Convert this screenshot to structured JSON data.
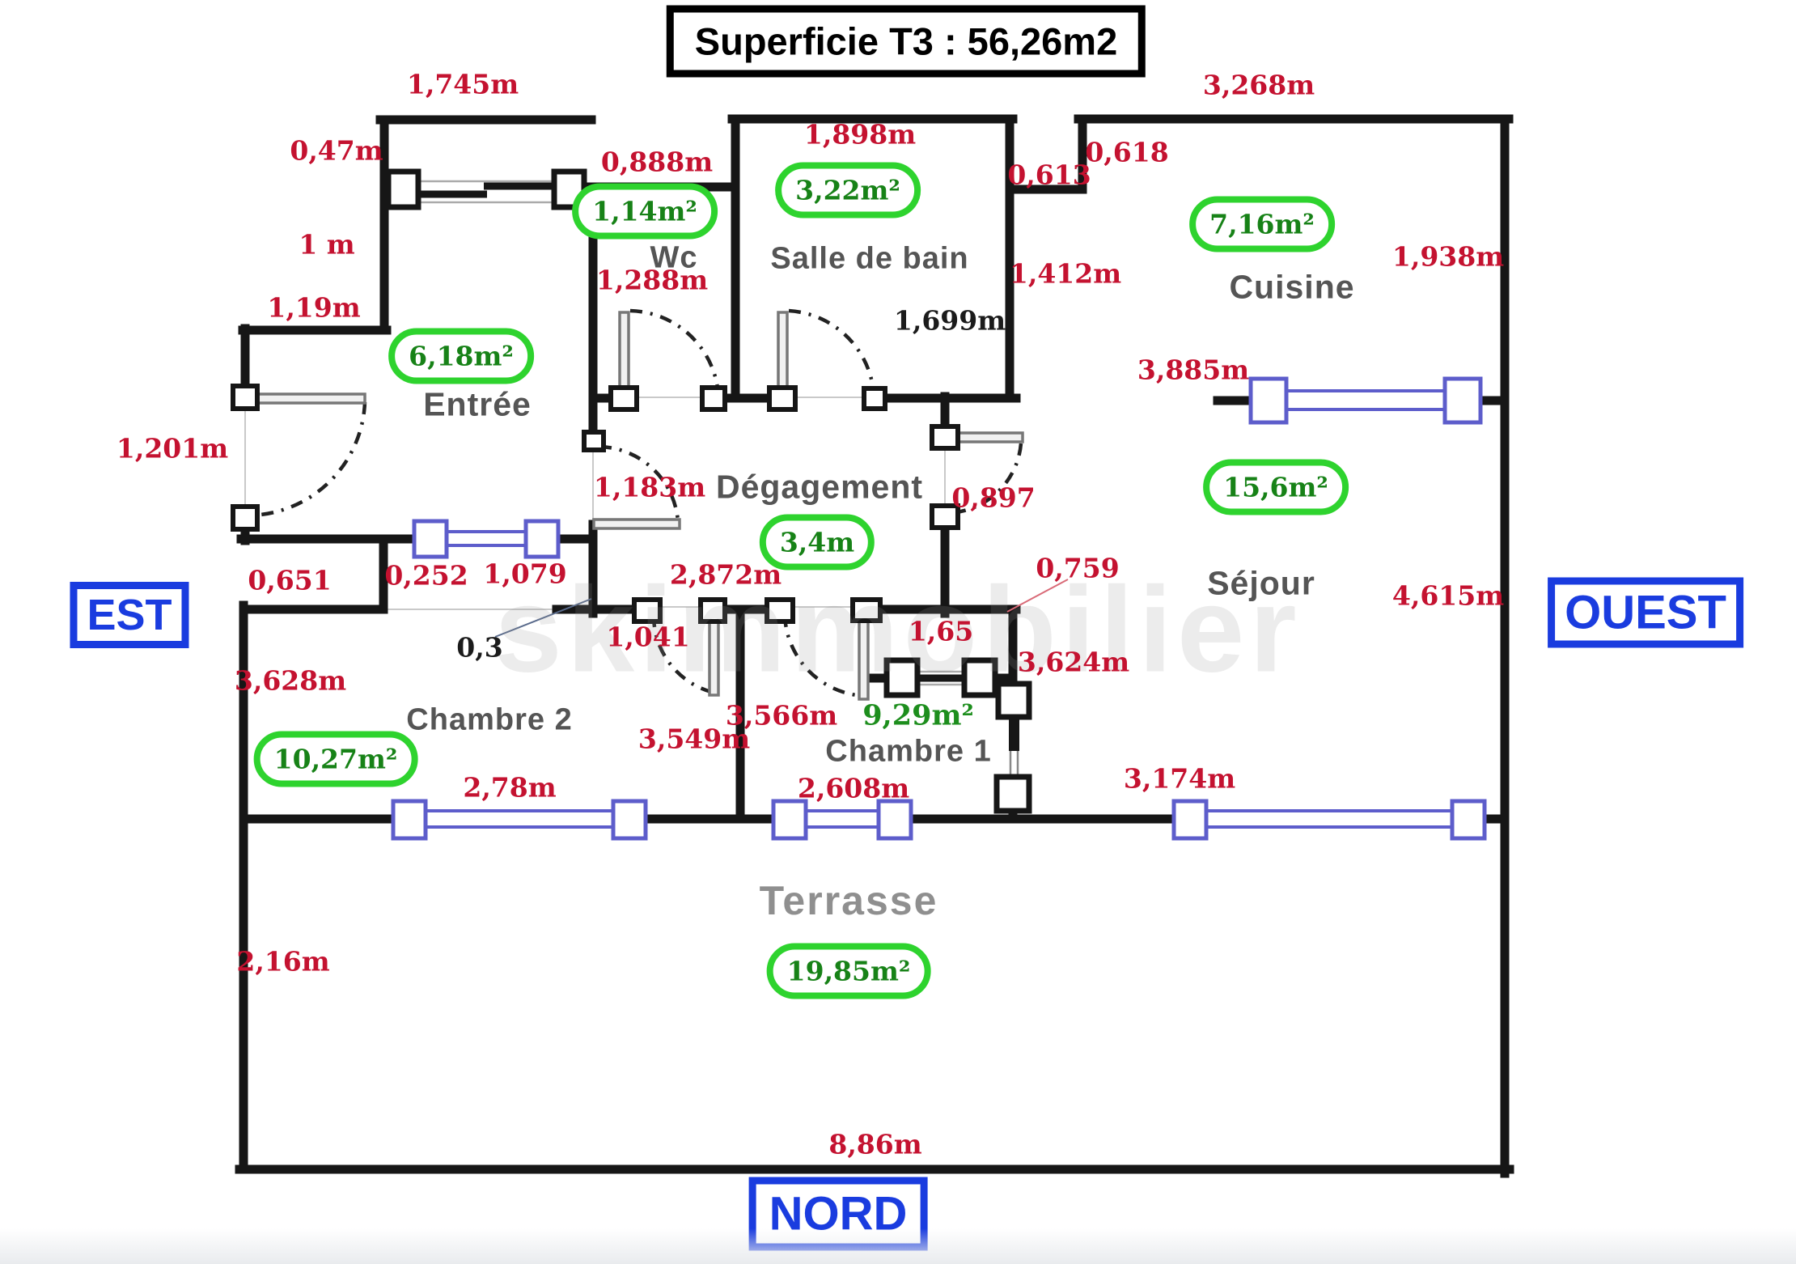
{
  "title": "Superficie T3 : 56,26m2",
  "watermark": "skimmobilier",
  "compass": {
    "est": "EST",
    "ouest": "OUEST",
    "nord": "NORD"
  },
  "colors": {
    "dimension_red": "#c41230",
    "area_green_border": "#2ed32e",
    "area_green_text": "#178217",
    "compass_blue": "#1a3cdf",
    "window_blue": "#5d5dcb",
    "wall_black": "#161616",
    "room_label_gray": "#555555",
    "terrace_label_gray": "#8f8f8f"
  },
  "rooms": {
    "entree": {
      "label": "Entrée",
      "area": "6,18m²"
    },
    "wc": {
      "label": "Wc",
      "area": "1,14m²"
    },
    "salle_de_bain": {
      "label": "Salle de bain",
      "area": "3,22m²"
    },
    "degagement": {
      "label": "Dégagement",
      "area": "3,4m"
    },
    "cuisine": {
      "label": "Cuisine",
      "area": "7,16m²"
    },
    "sejour": {
      "label": "Séjour",
      "area": "15,6m²"
    },
    "chambre1": {
      "label": "Chambre 1",
      "area": "9,29m²"
    },
    "chambre2": {
      "label": "Chambre 2",
      "area": "10,27m²"
    },
    "terrasse": {
      "label": "Terrasse",
      "area": "19,85m²"
    }
  },
  "dimensions": {
    "entree_top": "1,745m",
    "entree_top_left": "0,47m",
    "entree_left_1m": "1 m",
    "entree_left_step": "1,19m",
    "wc_top": "0,888m",
    "sdb_top": "1,898m",
    "step_0613": "0,613",
    "step_0618": "0,618",
    "cuisine_top": "3,268m",
    "wc_width": "1,288m",
    "sdb_right": "1,412m",
    "sdb_inner": "1,699m",
    "cuisine_right": "1,938m",
    "entree_door": "1,201m",
    "degagement_left": "1,183m",
    "sejour_door": "0,897",
    "cuisine_window": "3,885m",
    "step_0651": "0,651",
    "win_0252": "0,252",
    "win_1079": "1,079",
    "wall_03": "0,3",
    "degagement_width": "2,872m",
    "chambre1_0759": "0,759",
    "closet_165": "1,65",
    "chambre1_right": "3,624m",
    "sejour_right": "4,615m",
    "chambre2_left": "3,628m",
    "chambre2_door": "1,041",
    "chambre1_left": "3,566m",
    "chambre2_right": "3,549m",
    "chambre2_window": "2,78m",
    "chambre1_window": "2,608m",
    "sejour_window": "3,174m",
    "terrasse_left": "2,16m",
    "terrasse_bottom": "8,86m"
  }
}
